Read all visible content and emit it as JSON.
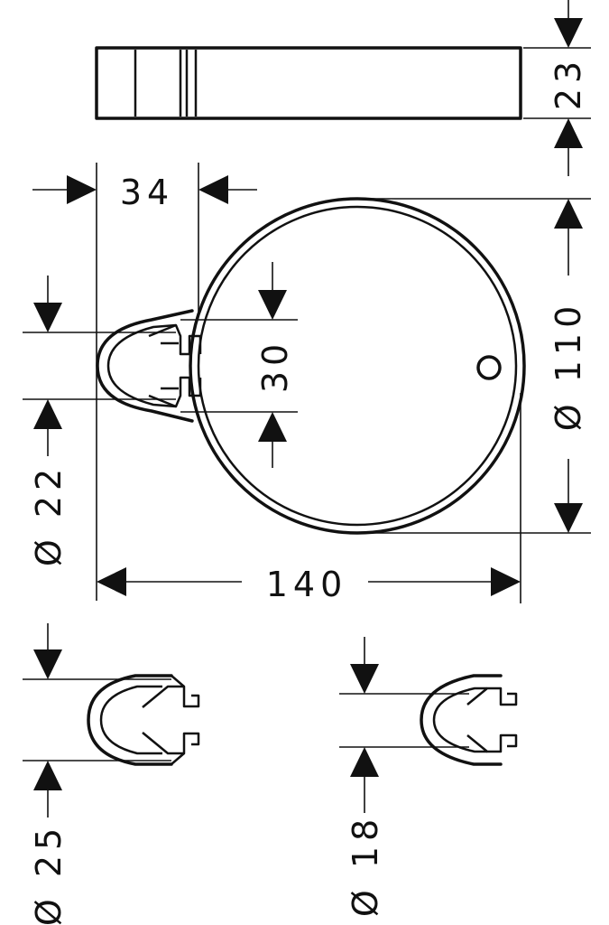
{
  "dimensions": {
    "height": "23",
    "mount_width": "34",
    "diameter_disc": "Ø 110",
    "clip_gap": "30",
    "diameter_clip_main": "Ø 22",
    "overall_width": "140",
    "diameter_clip_large": "Ø 25",
    "diameter_clip_small": "Ø 18"
  },
  "colors": {
    "line": "#111111",
    "background": "#ffffff"
  }
}
